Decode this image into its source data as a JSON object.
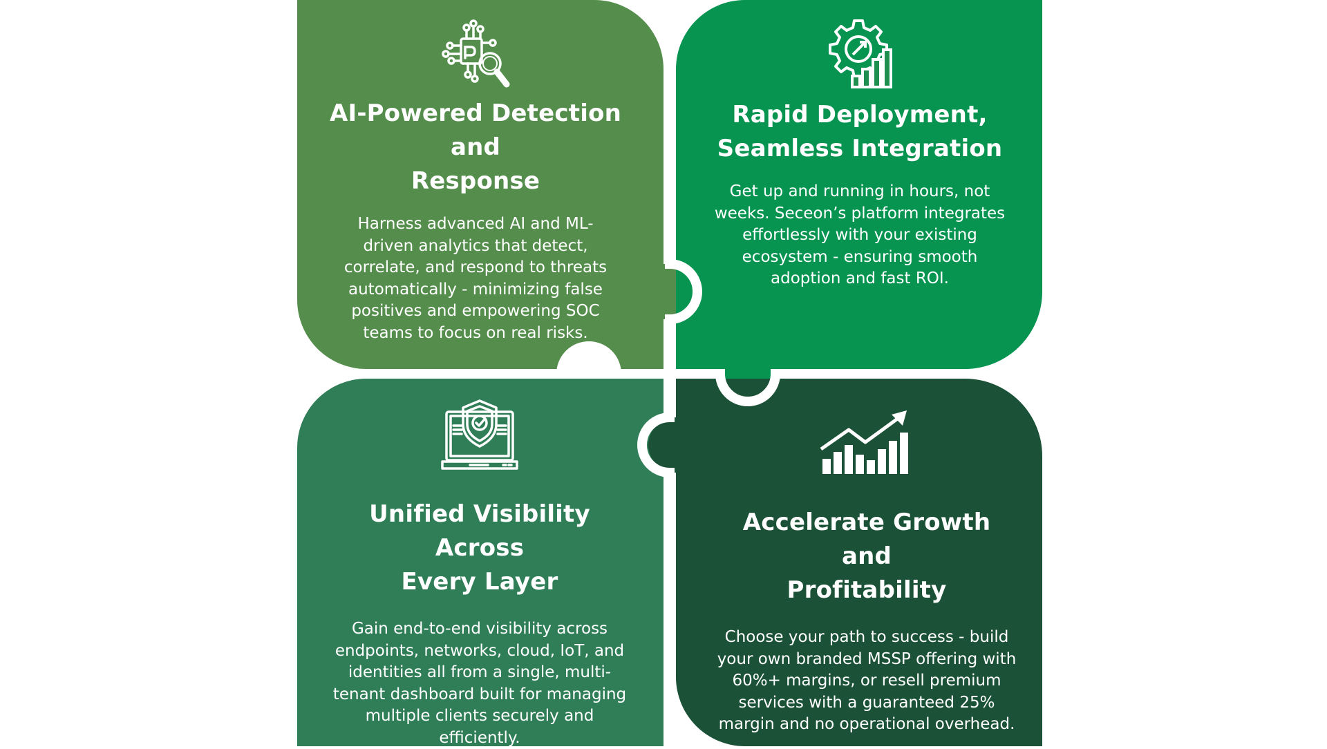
{
  "colors": {
    "top_left": "#558E4C",
    "top_right": "#069450",
    "bottom_left": "#2F7E57",
    "bottom_right": "#1B5237",
    "gap": "#ffffff",
    "text": "#ffffff"
  },
  "tiles": [
    {
      "icon": "ai-search-icon",
      "title_line1": "AI-Powered Detection and",
      "title_line2": "Response",
      "body": "Harness advanced AI and ML-driven analytics that detect, correlate, and respond to threats automatically - minimizing false positives and empowering SOC teams to focus on real risks."
    },
    {
      "icon": "gear-growth-icon",
      "title_line1": "Rapid Deployment,",
      "title_line2": "Seamless Integration",
      "body": "Get up and running in hours, not weeks. Seceon’s platform integrates effortlessly with your existing ecosystem - ensuring smooth adoption and fast ROI."
    },
    {
      "icon": "laptop-shield-icon",
      "title_line1": "Unified Visibility Across",
      "title_line2": "Every Layer",
      "body": "Gain end-to-end visibility across endpoints, networks, cloud, IoT, and identities all from a single, multi-tenant dashboard built for managing multiple clients securely and efficiently."
    },
    {
      "icon": "growth-chart-icon",
      "title_line1": "Accelerate Growth and",
      "title_line2": "Profitability",
      "body": "Choose your path to success - build your own branded MSSP offering with 60%+ margins, or resell premium services with a guaranteed 25% margin and no operational overhead."
    }
  ]
}
